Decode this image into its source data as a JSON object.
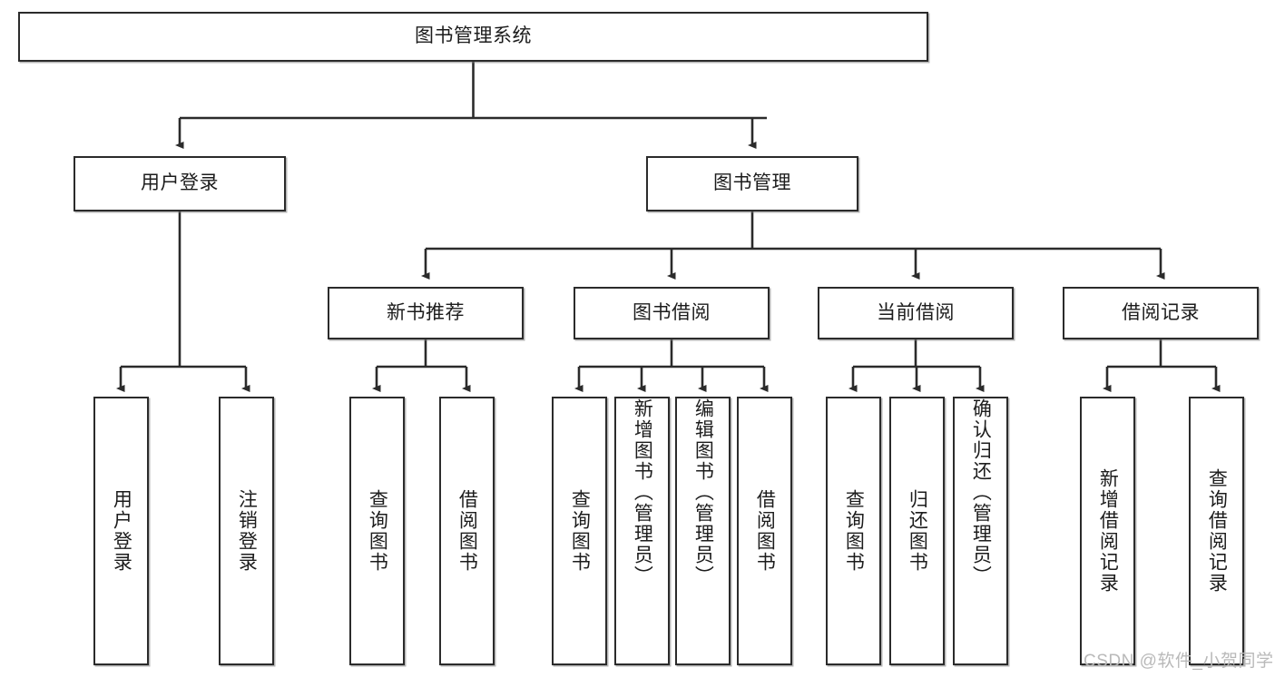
{
  "diagram": {
    "title": "图书管理系统",
    "watermark": "CSDN @软件_小贺同学",
    "colors": {
      "box_border": "#2b2b2b",
      "box_fill": "#ffffff",
      "edge": "#2b2b2b",
      "text": "#1c1c1c",
      "watermark": "#b9b9b9",
      "background": "#ffffff"
    },
    "root": {
      "label": "图书管理系统"
    },
    "level2": [
      {
        "label": "用户登录"
      },
      {
        "label": "图书管理"
      }
    ],
    "level3": [
      {
        "label": "新书推荐"
      },
      {
        "label": "图书借阅"
      },
      {
        "label": "当前借阅"
      },
      {
        "label": "借阅记录"
      }
    ],
    "leaves": {
      "user_login": [
        {
          "label": "用户登录"
        },
        {
          "label": "注销登录"
        }
      ],
      "new_book_recommend": [
        {
          "label": "查询图书"
        },
        {
          "label": "借阅图书"
        }
      ],
      "book_borrow": [
        {
          "label": "查询图书"
        },
        {
          "label": "新增图书（管理员）"
        },
        {
          "label": "编辑图书（管理员）"
        },
        {
          "label": "借阅图书"
        }
      ],
      "current_borrow": [
        {
          "label": "查询图书"
        },
        {
          "label": "归还图书"
        },
        {
          "label": "确认归还（管理员）"
        }
      ],
      "borrow_record": [
        {
          "label": "新增借阅记录"
        },
        {
          "label": "查询借阅记录"
        }
      ]
    }
  }
}
